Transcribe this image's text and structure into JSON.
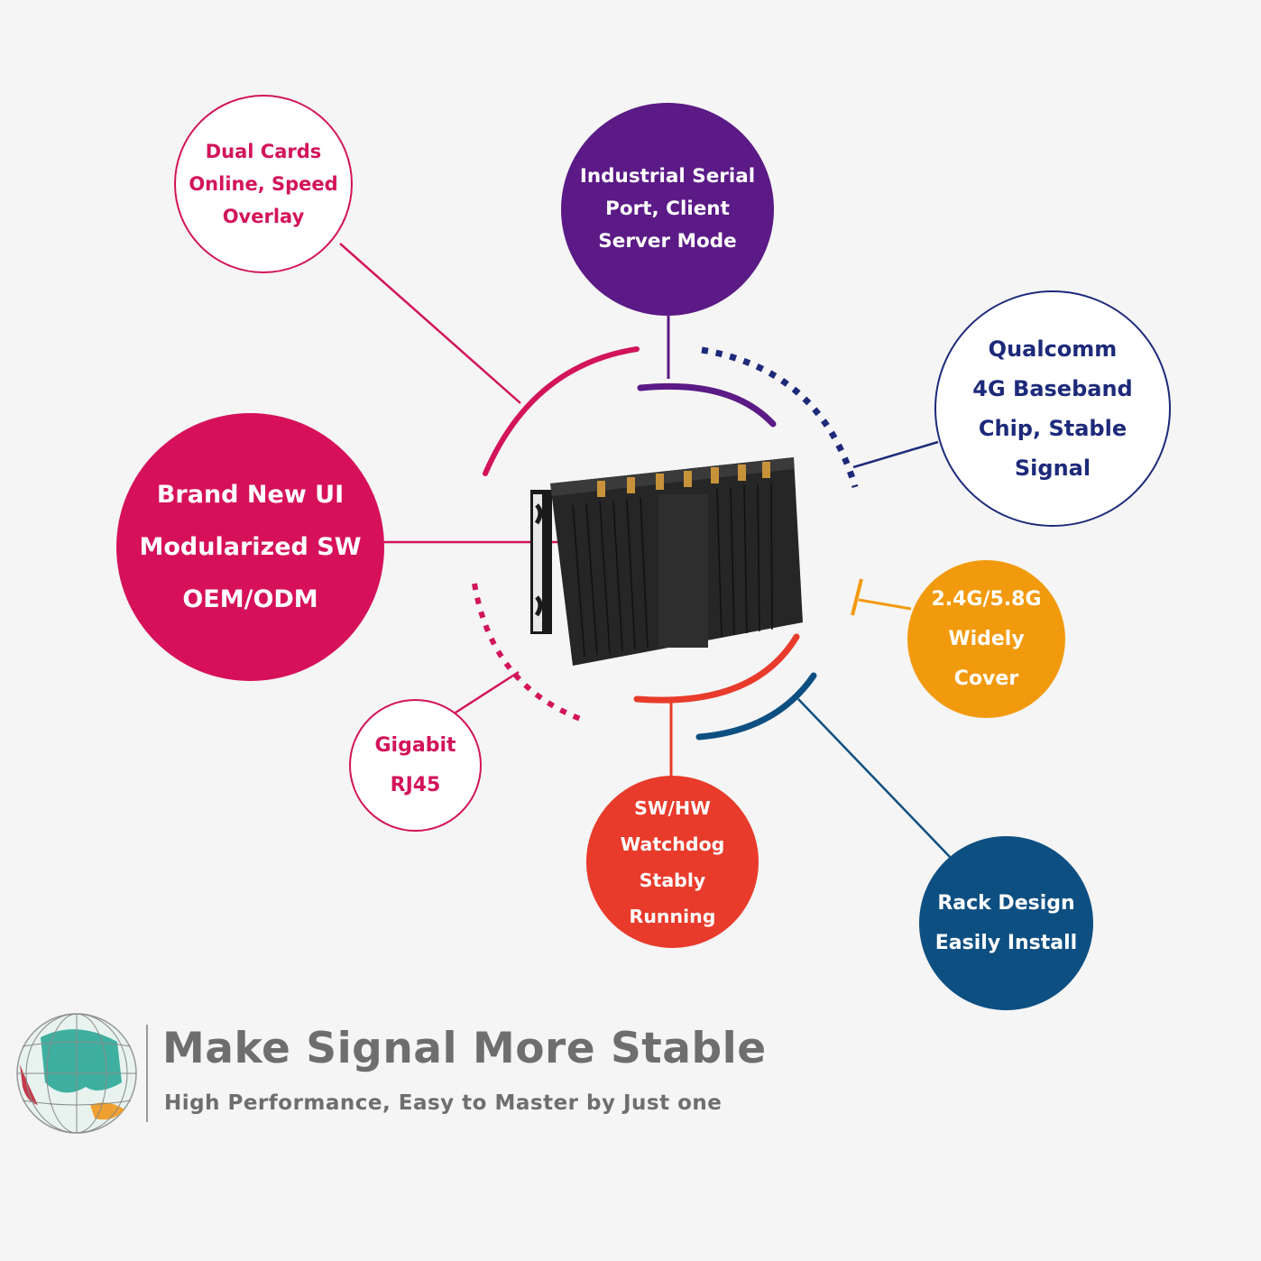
{
  "features": {
    "dual_cards": "Dual Cards\nOnline, Speed\nOverlay",
    "serial_port": "Industrial Serial\nPort, Client\nServer Mode",
    "qualcomm": "Qualcomm\n4G Baseband\nChip, Stable\nSignal",
    "brand_ui": "Brand New UI\nModularized SW\nOEM/ODM",
    "wifi": "2.4G/5.8G\nWidely\nCover",
    "gigabit": "Gigabit\nRJ45",
    "watchdog": "SW/HW\nWatchdog\nStably\nRunning",
    "rack": "Rack Design\nEasily Install"
  },
  "colors": {
    "magenta": "#d2145a",
    "purple": "#5b1a86",
    "navy": "#1d2a7a",
    "orange": "#f29a0e",
    "red": "#e83b2b",
    "blue": "#0e4f82",
    "text_gray": "#6e6e6e"
  },
  "footer": {
    "logo_icon": "globe-icon",
    "headline": "Make Signal More Stable",
    "subline": "High Performance, Easy to Master by Just one"
  }
}
